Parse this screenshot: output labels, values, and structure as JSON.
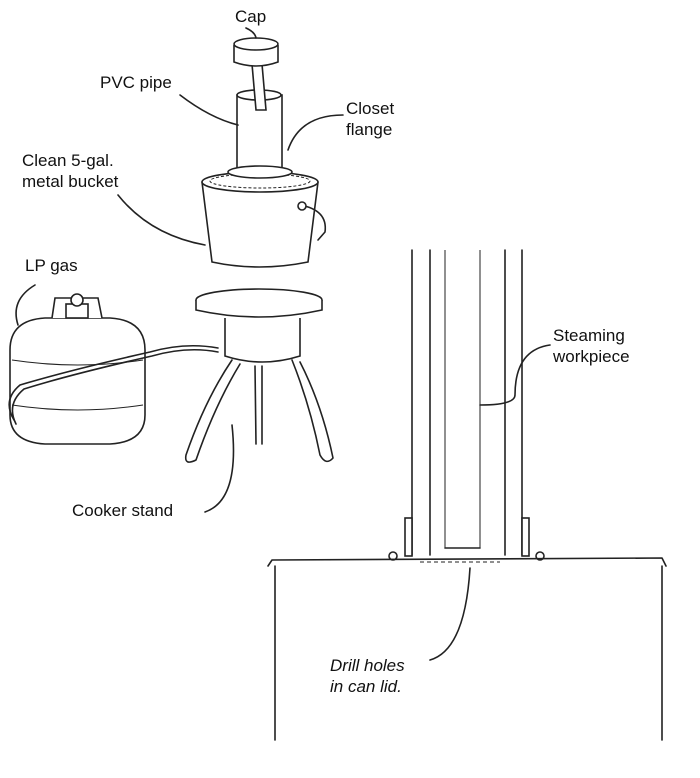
{
  "labels": {
    "cap": "Cap",
    "pvc_pipe": "PVC pipe",
    "closet_flange_1": "Closet",
    "closet_flange_2": "flange",
    "bucket_1": "Clean 5-gal.",
    "bucket_2": "metal bucket",
    "lp_gas": "LP gas",
    "steaming_1": "Steaming",
    "steaming_2": "workpiece",
    "cooker_stand": "Cooker stand",
    "drill_1": "Drill holes",
    "drill_2": "in can lid."
  }
}
